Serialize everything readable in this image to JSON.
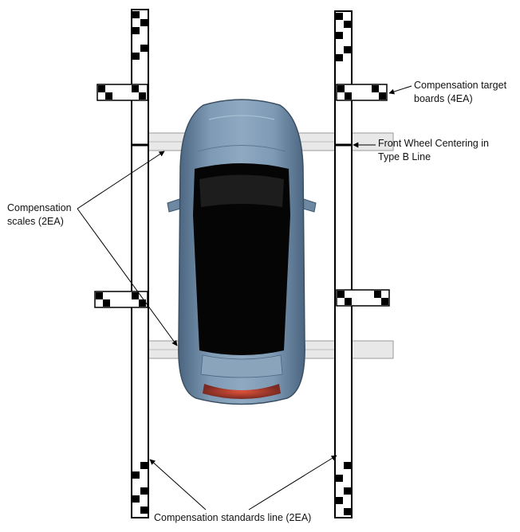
{
  "labels": {
    "target_boards": [
      "Compensation target",
      "boards (4EA)"
    ],
    "front_wheel_centering": [
      "Front Wheel Centering in",
      "Type B Line"
    ],
    "scales": [
      "Compensation",
      "scales (2EA)"
    ],
    "standards_line": "Compensation standards line (2EA)"
  },
  "colors": {
    "car_body": "#7793ad",
    "car_body_dark": "#4b6580",
    "car_roof": "#050505",
    "tail_light": "#c8392b",
    "line": "#000000",
    "scale_gray": "#e6e6e6"
  },
  "icons": {
    "vehicle": "car-top-view-icon",
    "arrow": "arrowhead-icon"
  }
}
